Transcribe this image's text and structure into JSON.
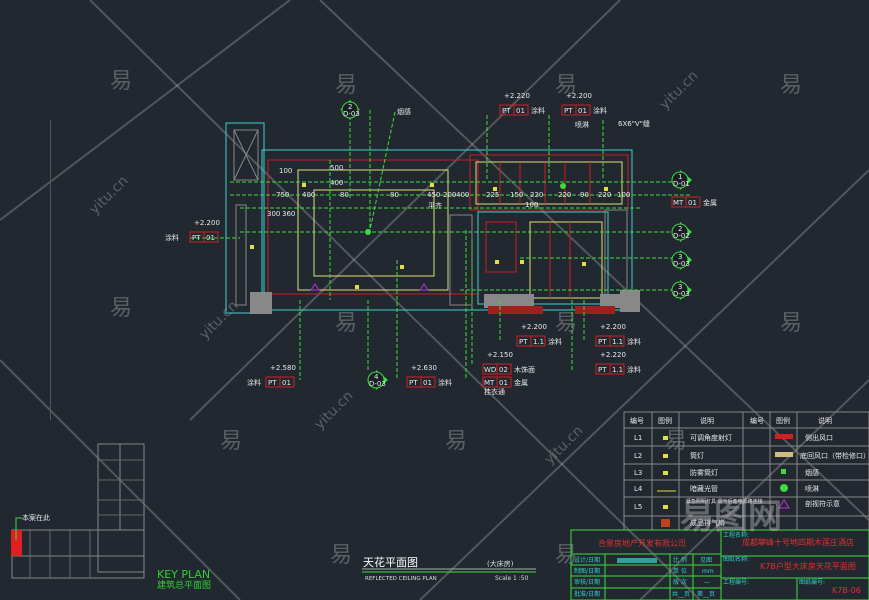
{
  "drawing": {
    "title_cn": "天花平面图",
    "subtitle": "(大床房)",
    "title_en": "REFLECTED CEILING PLAN",
    "scale": "Scale 1 :50"
  },
  "key_plan": {
    "title_en": "KEY PLAN",
    "title_cn": "建筑总平面图",
    "marker": "本案在此"
  },
  "plan_notes": {
    "smoke": "烟感",
    "sprinkler": "喷淋",
    "groove": "6X6\"V\"缝",
    "flush": "平齐",
    "cloth": "挂衣通"
  },
  "section_marks": [
    {
      "num": "2",
      "ref": "D-03"
    },
    {
      "num": "1",
      "ref": "D-01"
    },
    {
      "num": "2",
      "ref": "D-02"
    },
    {
      "num": "3",
      "ref": "D-03"
    },
    {
      "num": "3",
      "ref": "D-03"
    },
    {
      "num": "4",
      "ref": "D-03"
    }
  ],
  "tags": [
    {
      "elev": "+2.200",
      "code": "PT",
      "num": "01",
      "mat": "涂料"
    },
    {
      "elev": "+2.220",
      "code": "PT",
      "num": "01",
      "mat": "涂料"
    },
    {
      "elev": "+2.200",
      "code": "PT",
      "num": "01",
      "mat": "涂料"
    },
    {
      "elev": "",
      "code": "MT",
      "num": "01",
      "mat": "金属"
    },
    {
      "elev": "+2.580",
      "code": "PT",
      "num": "01",
      "mat": "涂料"
    },
    {
      "elev": "+2.630",
      "code": "PT",
      "num": "01",
      "mat": "涂料"
    },
    {
      "elev": "+2.200",
      "code": "PT",
      "num": "1.1",
      "mat": "涂料"
    },
    {
      "elev": "+2.150",
      "code": "WD",
      "num": "02",
      "mat": "木饰面"
    },
    {
      "elev": "",
      "code": "MT",
      "num": "01",
      "mat": "金属"
    },
    {
      "elev": "+2.200",
      "code": "PT",
      "num": "1.1",
      "mat": "涂料"
    },
    {
      "elev": "+2.220",
      "code": "PT",
      "num": "1.1",
      "mat": "涂料"
    }
  ],
  "dims": [
    "100",
    "500",
    "400",
    "750",
    "400",
    "80",
    "80",
    "450",
    "200",
    "400",
    "300",
    "360",
    "225",
    "150",
    "220",
    "220",
    "90",
    "220",
    "100",
    "100"
  ],
  "legend": {
    "headers": [
      "编号",
      "图例",
      "说明",
      "编号",
      "图例",
      "说明"
    ],
    "left": [
      {
        "id": "L1",
        "desc": "可调角度射灯"
      },
      {
        "id": "L2",
        "desc": "筒灯"
      },
      {
        "id": "L3",
        "desc": "防雾筒灯"
      },
      {
        "id": "L4",
        "desc": "暗藏光管"
      },
      {
        "id": "L5",
        "desc": "紧急照明灯具\n需与后备电源路连接"
      },
      {
        "id": "",
        "desc": "成品排气扇"
      }
    ],
    "right": [
      {
        "desc": "侧出风口"
      },
      {
        "desc": "底回风口（带检修口）"
      },
      {
        "desc": "烟感"
      },
      {
        "desc": "喷淋"
      },
      {
        "desc": "剖视符示意"
      }
    ]
  },
  "title_block": {
    "company": "合景房地产开发有限公司",
    "project_label": "工程名称:",
    "project": "成都攀峰十号地四期木莲庄酒店",
    "drawing_label": "图纸名称:",
    "drawing_name": "K7B户型大床房天花平面图",
    "job_label": "工程编号:",
    "number_label": "图纸编号:",
    "number": "K7B-06",
    "rows": [
      {
        "k": "设计/日期",
        "a": "比 例",
        "b": "见图"
      },
      {
        "k": "制图/日期",
        "a": "单 位",
        "b": "mm"
      },
      {
        "k": "审核/日期",
        "a": "版 次",
        "b": "—"
      },
      {
        "k": "批准/日期",
        "a": "共__页",
        "b": "第__页"
      }
    ]
  },
  "watermark": {
    "a": "易",
    "b": "yitu.cn",
    "logo": "易图网"
  }
}
